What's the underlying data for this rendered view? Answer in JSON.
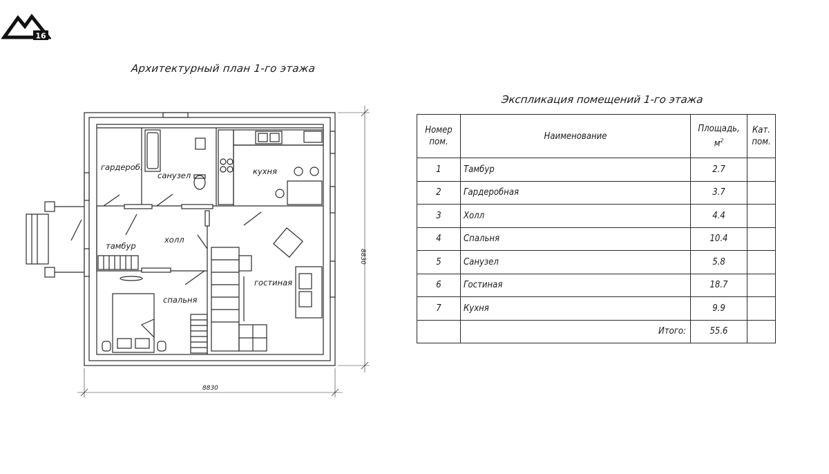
{
  "logo": {
    "text": "16"
  },
  "plan": {
    "title": "Архитектурный план 1-го этажа",
    "rooms": {
      "garderob": "гардероб.",
      "sanuzel": "санузел",
      "kuhnya": "кухня",
      "tambur": "тамбур",
      "holl": "холл",
      "spalnya": "спальня",
      "gostinaya": "гостиная"
    },
    "dim_width": "8830",
    "dim_height": "8830"
  },
  "table": {
    "title": "Экспликация помещений 1-го этажа",
    "headers": {
      "num_line1": "Номер",
      "num_line2": "пом.",
      "name": "Наименование",
      "area_line1": "Площадь,",
      "area_line2": "м",
      "area_sup": "2",
      "cat_line1": "Кат.",
      "cat_line2": "пом."
    },
    "rows": [
      {
        "num": "1",
        "name": "Тамбур",
        "area": "2.7",
        "cat": ""
      },
      {
        "num": "2",
        "name": "Гардеробная",
        "area": "3.7",
        "cat": ""
      },
      {
        "num": "3",
        "name": "Холл",
        "area": "4.4",
        "cat": ""
      },
      {
        "num": "4",
        "name": "Спальня",
        "area": "10.4",
        "cat": ""
      },
      {
        "num": "5",
        "name": "Санузел",
        "area": "5.8",
        "cat": ""
      },
      {
        "num": "6",
        "name": "Гостиная",
        "area": "18.7",
        "cat": ""
      },
      {
        "num": "7",
        "name": "Кухня",
        "area": "9.9",
        "cat": ""
      }
    ],
    "total_label": "Итого:",
    "total_value": "55.6"
  }
}
